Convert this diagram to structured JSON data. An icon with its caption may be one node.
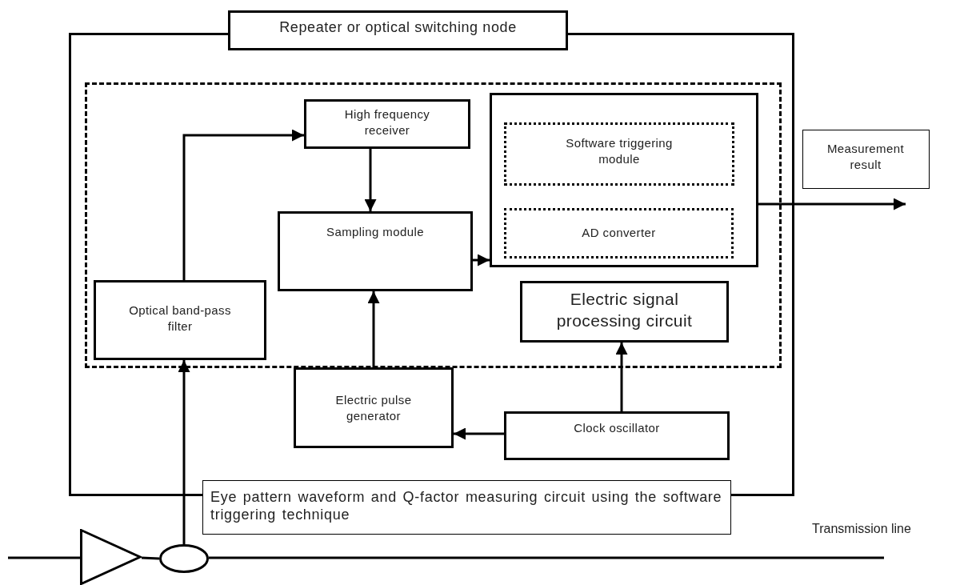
{
  "diagram": {
    "nodes": [
      {
        "text": [
          "Repeater or optical switching node"
        ]
      },
      {
        "text": [],
        "shape": "box",
        "in": 0
      },
      {
        "text": [
          "High frequency receiver"
        ],
        "in": 1
      },
      {
        "text": [
          "Sampling module"
        ],
        "in": 1
      },
      {
        "text": [],
        "shape": "box",
        "in": 1
      },
      {
        "text": [
          "Software triggering module"
        ],
        "in": 4
      },
      {
        "text": [
          "AD converter"
        ],
        "in": 4
      },
      {
        "text": [
          "Electric signal processing circuit"
        ],
        "in": 1
      },
      {
        "text": [
          "Optical band-pass filter"
        ],
        "in": 1
      },
      {
        "text": [
          "Electric pulse generator"
        ],
        "in": 0
      },
      {
        "text": [
          "Clock oscillator"
        ],
        "in": 0
      },
      {
        "text": [
          "Measurement result"
        ]
      },
      {
        "text": [
          "Eye pattern waveform and Q-factor measuring circuit using the software triggering technique"
        ]
      },
      {
        "text": [],
        "shape": "triangle"
      },
      {
        "text": [],
        "shape": "ellipse"
      }
    ],
    "edges": [
      {
        "from": 8,
        "to": 2,
        "arrow": "to"
      },
      {
        "from": 2,
        "to": 3,
        "arrow": "to"
      },
      {
        "from": 3,
        "to": 4,
        "arrow": "to"
      },
      {
        "from": 9,
        "to": 3,
        "arrow": "to"
      },
      {
        "from": 10,
        "to": 9,
        "arrow": "to"
      },
      {
        "from": 10,
        "to": 7,
        "arrow": "to"
      },
      {
        "from": 4,
        "to": 11,
        "arrow": "to"
      },
      {
        "from": 14,
        "to": 8,
        "arrow": "to"
      },
      {
        "from": null,
        "to": 13,
        "arrow": "none"
      },
      {
        "from": 13,
        "to": 14,
        "arrow": "none"
      },
      {
        "from": 14,
        "to": null,
        "arrow": "none"
      }
    ],
    "labels": [
      "Transmission line"
    ]
  }
}
